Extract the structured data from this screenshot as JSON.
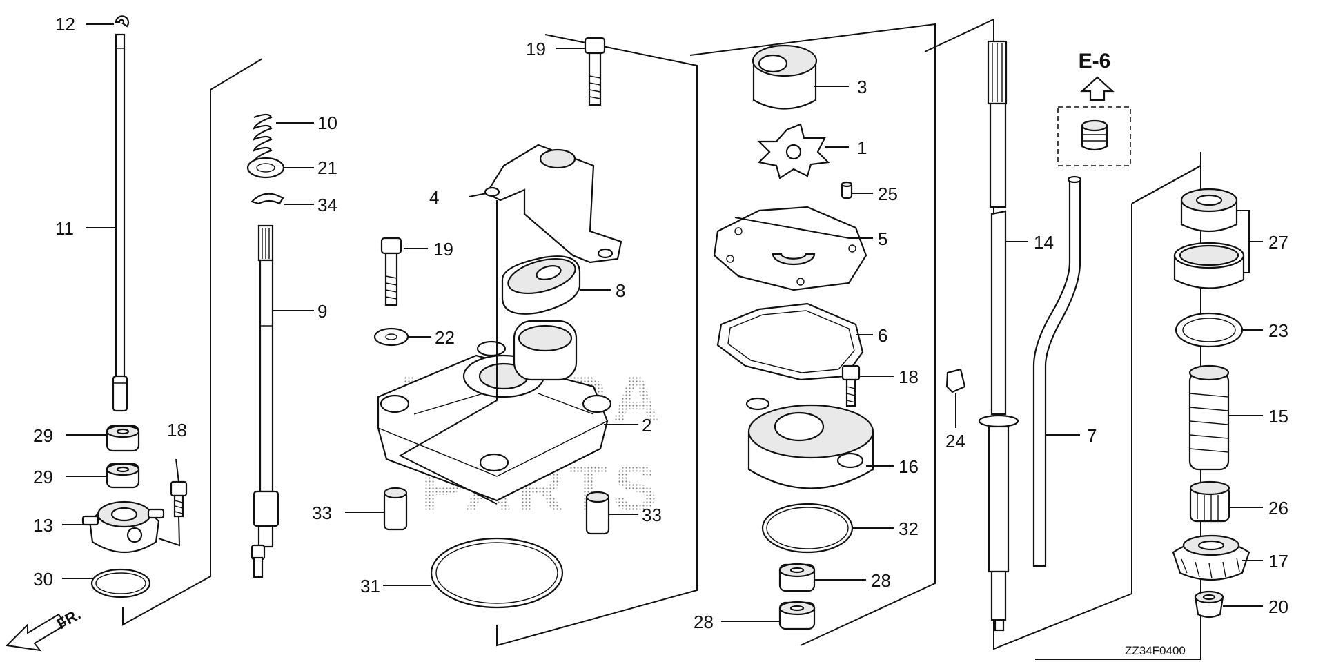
{
  "callouts": {
    "c12": "12",
    "c11": "11",
    "c29a": "29",
    "c29b": "29",
    "c18a": "18",
    "c13": "13",
    "c30": "30",
    "c10": "10",
    "c21": "21",
    "c34": "34",
    "c9": "9",
    "c19a": "19",
    "c4": "4",
    "c8": "8",
    "c19b": "19",
    "c22": "22",
    "c2": "2",
    "c33a": "33",
    "c33b": "33",
    "c31": "31",
    "c3": "3",
    "c1": "1",
    "c25": "25",
    "c5": "5",
    "c6": "6",
    "c18b": "18",
    "c16": "16",
    "c32": "32",
    "c28a": "28",
    "c28b": "28",
    "c14": "14",
    "c24": "24",
    "c7": "7",
    "c27": "27",
    "c23": "23",
    "c15": "15",
    "c26": "26",
    "c17": "17",
    "c20": "20"
  },
  "reference": "E-6",
  "direction": "FR.",
  "diagram_code": "ZZ34F0400",
  "watermark": {
    "line1": "HONDA",
    "line2": "PARTS"
  }
}
